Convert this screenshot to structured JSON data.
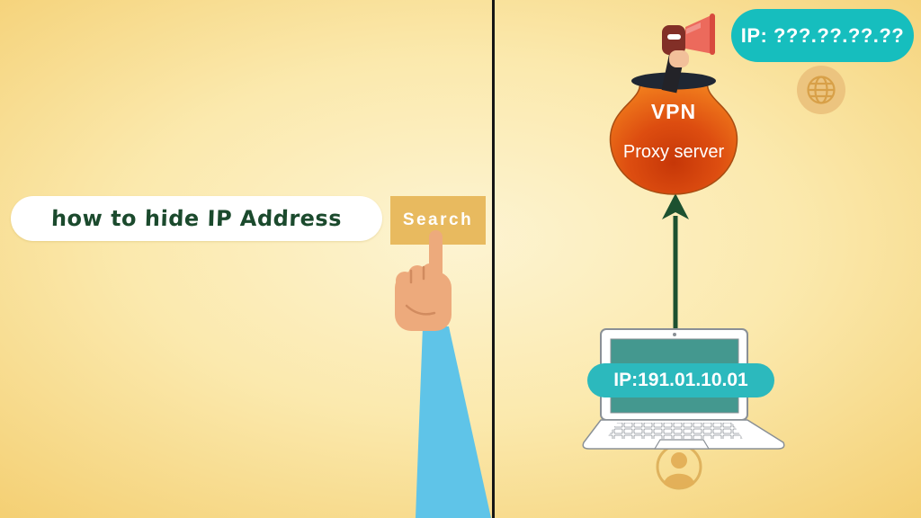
{
  "left_panel": {
    "search": {
      "query": "how to hide IP Address",
      "button_label": "Search"
    }
  },
  "right_panel": {
    "masked_ip_bubble_text": "IP: ???.??.??.??",
    "pot": {
      "title": "VPN",
      "subtitle": "Proxy server"
    },
    "device_ip_badge_text": "IP:191.01.10.01"
  },
  "icons": {
    "megaphone": "megaphone-icon",
    "globe": "globe-icon",
    "laptop": "laptop-icon",
    "user": "user-icon",
    "pointing_hand": "pointing-hand-icon",
    "up_arrow": "up-arrow-icon"
  },
  "colors": {
    "background_center": "#fdf4d2",
    "background_edge": "#f4cf72",
    "bubble_teal": "#16bebe",
    "badge_teal": "#2cb9bd",
    "screen_teal": "#44988f",
    "pot_orange_outer": "#f5861f",
    "pot_red_center": "#c63708",
    "arrow_green": "#1d5130",
    "button_tan": "#e8ba5f",
    "query_green": "#1b4a2d",
    "skin": "#edaa7c",
    "sleeve_blue": "#5fc4e8",
    "gold_icon": "#ecc47f",
    "divider_black": "#151515"
  }
}
